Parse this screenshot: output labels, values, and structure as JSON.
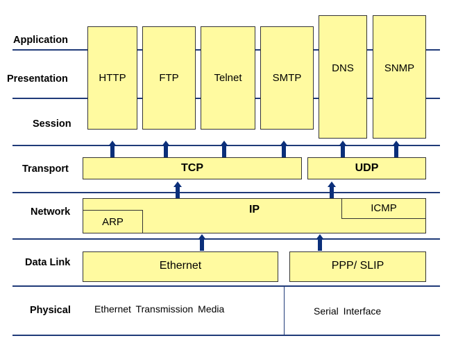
{
  "layers": {
    "application": "Application",
    "presentation": "Presentation",
    "session": "Session",
    "transport": "Transport",
    "network": "Network",
    "data_link": "Data Link",
    "physical": "Physical"
  },
  "application_protocols": [
    "HTTP",
    "FTP",
    "Telnet",
    "SMTP",
    "DNS",
    "SNMP"
  ],
  "transport_protocols": {
    "tcp": "TCP",
    "udp": "UDP"
  },
  "network_protocols": {
    "ip": "IP",
    "arp": "ARP",
    "icmp": "ICMP"
  },
  "data_link_protocols": {
    "ethernet": "Ethernet",
    "ppp_slip": "PPP/ SLIP"
  },
  "physical_media": {
    "ethernet_media": "Ethernet Transmission Media",
    "serial": "Serial Interface"
  },
  "colors": {
    "box_fill": "#fffaa0",
    "line": "#1f3a78",
    "arrow": "#0b2f7a"
  }
}
